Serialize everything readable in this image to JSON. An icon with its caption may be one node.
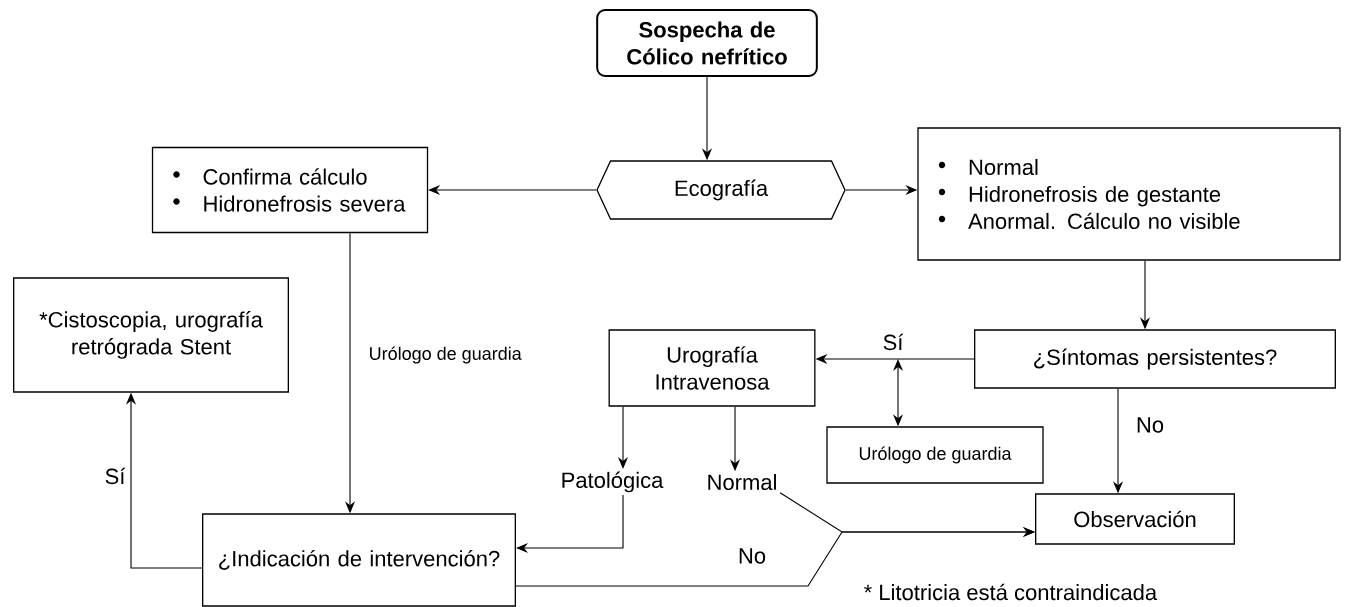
{
  "diagram": {
    "nodes": [
      {
        "text": [
          "Sospecha de Cólico nefrítico"
        ]
      },
      {
        "text": [
          "Ecografía"
        ]
      },
      {
        "text": [
          "Confirma cálculo",
          "Hidronefrosis severa"
        ]
      },
      {
        "text": [
          "Normal",
          "Hidronefrosis de gestante",
          "Anormal. Cálculo no visible"
        ]
      },
      {
        "text": [
          "¿Síntomas persistentes?"
        ]
      },
      {
        "text": [
          "Urografía Intravenosa"
        ]
      },
      {
        "text": [
          "Urólogo de guardia"
        ]
      },
      {
        "text": [
          "Patológica"
        ]
      },
      {
        "text": [
          "Normal"
        ]
      },
      {
        "text": [
          "Observación"
        ]
      },
      {
        "text": [
          "¿Indicación de intervención?"
        ]
      },
      {
        "text": [
          "*Cistoscopia, urografía retrógrada Stent"
        ]
      }
    ],
    "edges": [
      {
        "from": 0,
        "to": 1,
        "arrow": "to"
      },
      {
        "from": 1,
        "to": 2,
        "arrow": "to"
      },
      {
        "from": 1,
        "to": 3,
        "arrow": "to"
      },
      {
        "from": 3,
        "to": 4,
        "arrow": "to"
      },
      {
        "from": 4,
        "to": 5,
        "arrow": "to",
        "label": "Sí"
      },
      {
        "from": null,
        "to": 6,
        "arrow": "both"
      },
      {
        "from": 2,
        "to": 10,
        "arrow": "to",
        "label": "Urólogo de guardia"
      },
      {
        "from": 5,
        "to": 7,
        "arrow": "to"
      },
      {
        "from": 5,
        "to": 8,
        "arrow": "to"
      },
      {
        "from": 7,
        "to": 10,
        "arrow": "to"
      },
      {
        "from": 4,
        "to": 9,
        "arrow": "to",
        "label": "No"
      },
      {
        "from": 8,
        "to": 9,
        "arrow": "to"
      },
      {
        "from": 10,
        "to": 9,
        "arrow": "to",
        "label": "No"
      },
      {
        "from": 10,
        "to": 11,
        "arrow": "to",
        "label": "Sí"
      }
    ],
    "labels": [
      "* Litotricia está contraindicada"
    ]
  }
}
